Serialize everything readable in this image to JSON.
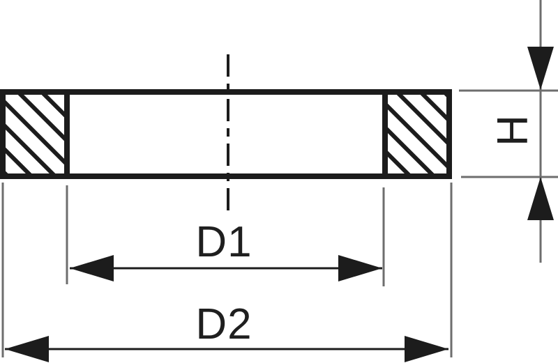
{
  "labels": {
    "inner_diameter": "D1",
    "outer_diameter": "D2",
    "height": "H"
  },
  "colors": {
    "ink": "#1c1c1c",
    "extension_line": "#6e6e6e",
    "background": "#ffffff"
  }
}
